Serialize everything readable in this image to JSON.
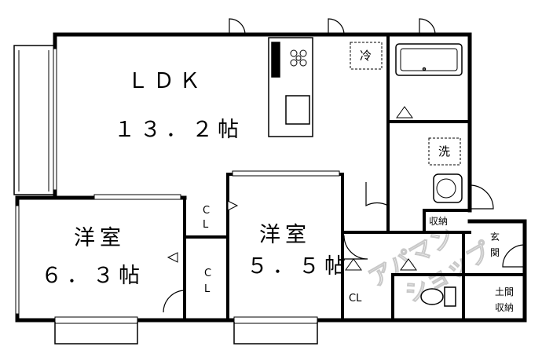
{
  "rooms": {
    "ldk": {
      "name": "ＬＤＫ",
      "size": "１３．２帖"
    },
    "western1": {
      "name": "洋室",
      "size": "６．３帖"
    },
    "western2": {
      "name": "洋室",
      "size": "５．５帖"
    }
  },
  "labels": {
    "fridge": "冷",
    "washer": "洗",
    "closet": "CL",
    "closet_v1": "C",
    "closet_v2": "L",
    "storage": "収納",
    "entrance_1": "玄",
    "entrance_2": "関",
    "doma_1": "土間",
    "doma_2": "収納"
  },
  "watermark": {
    "line1": "アパマン",
    "line2": "ショップ"
  },
  "colors": {
    "wall": "#000000",
    "background": "#ffffff",
    "watermark": "#c8c8c8"
  }
}
